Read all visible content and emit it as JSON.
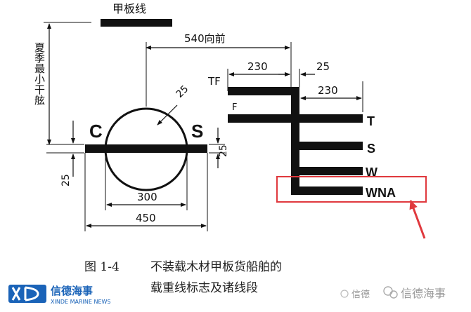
{
  "diagram": {
    "deck_line_label": "甲板线",
    "summer_freeboard_label": "夏季最小干舷",
    "forward_540": "540向前",
    "dim_230_top": "230",
    "dim_25_top": "25",
    "dim_230_right": "230",
    "dim_25_circle": "25",
    "dim_25_line": "25",
    "dim_25_left": "25",
    "dim_300": "300",
    "dim_450": "450",
    "letter_c": "C",
    "letter_s_circle": "S",
    "mark_tf": "TF",
    "mark_f": "F",
    "mark_t": "T",
    "mark_s": "S",
    "mark_w": "W",
    "mark_wna": "WNA",
    "highlight_color": "#e0393e"
  },
  "caption": {
    "figure_no": "图 1-4",
    "line1": "不装载木材甲板货船舶的",
    "line2": "载重线标志及诸线段"
  },
  "branding": {
    "logo_cn": "信德海事",
    "logo_en": "XINDE MARINE NEWS",
    "watermark": "信德海事",
    "watermark_small": "信德"
  }
}
